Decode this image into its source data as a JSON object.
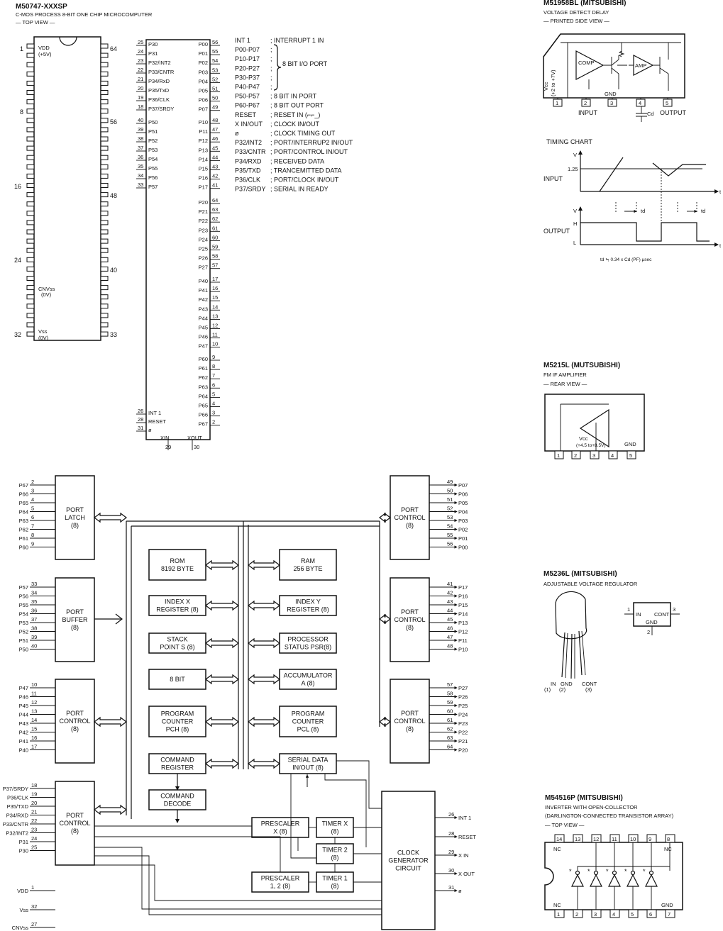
{
  "mcu": {
    "title": "M50747-XXXSP",
    "subtitle": "C-MOS PROCESS 8-BIT ONE CHIP MICROCOMPUTER",
    "view": "— TOP VIEW —",
    "dip_labels": {
      "p1": "1",
      "p8": "8",
      "p16": "16",
      "p24": "24",
      "p32": "32",
      "p64": "64",
      "p56": "56",
      "p48": "48",
      "p40": "40",
      "p33": "33",
      "vdd": "VDD",
      "vdd_v": "(+5V)",
      "cnvss": "CNVss",
      "cnvss_v": "(0V)",
      "vss": "Vss",
      "vss_v": "(0V)"
    },
    "left_pins": [
      {
        "num": "25",
        "name": "P30"
      },
      {
        "num": "24",
        "name": "P31"
      },
      {
        "num": "23",
        "name": "P32/INT2"
      },
      {
        "num": "22",
        "name": "P33/CNTR"
      },
      {
        "num": "21",
        "name": "P34/RxD"
      },
      {
        "num": "20",
        "name": "P35/TxD"
      },
      {
        "num": "19",
        "name": "P36/CLK"
      },
      {
        "num": "18",
        "name": "P37/SRDY"
      },
      {
        "num": "40",
        "name": "P50"
      },
      {
        "num": "39",
        "name": "P51"
      },
      {
        "num": "38",
        "name": "P52"
      },
      {
        "num": "37",
        "name": "P53"
      },
      {
        "num": "36",
        "name": "P54"
      },
      {
        "num": "35",
        "name": "P55"
      },
      {
        "num": "34",
        "name": "P56"
      },
      {
        "num": "33",
        "name": "P57"
      }
    ],
    "left_bottom_pins": [
      {
        "num": "26",
        "name": "INT 1"
      },
      {
        "num": "28",
        "name": "RESET"
      },
      {
        "num": "31",
        "name": "ø"
      }
    ],
    "right_pins": [
      {
        "num": "56",
        "name": "P00"
      },
      {
        "num": "55",
        "name": "P01"
      },
      {
        "num": "54",
        "name": "P02"
      },
      {
        "num": "53",
        "name": "P03"
      },
      {
        "num": "52",
        "name": "P04"
      },
      {
        "num": "51",
        "name": "P05"
      },
      {
        "num": "50",
        "name": "P06"
      },
      {
        "num": "49",
        "name": "P07"
      },
      {
        "num": "48",
        "name": "P10"
      },
      {
        "num": "47",
        "name": "P11"
      },
      {
        "num": "46",
        "name": "P12"
      },
      {
        "num": "45",
        "name": "P13"
      },
      {
        "num": "44",
        "name": "P14"
      },
      {
        "num": "43",
        "name": "P15"
      },
      {
        "num": "42",
        "name": "P16"
      },
      {
        "num": "41",
        "name": "P17"
      },
      {
        "num": "64",
        "name": "P20"
      },
      {
        "num": "63",
        "name": "P21"
      },
      {
        "num": "62",
        "name": "P22"
      },
      {
        "num": "61",
        "name": "P23"
      },
      {
        "num": "60",
        "name": "P24"
      },
      {
        "num": "59",
        "name": "P25"
      },
      {
        "num": "58",
        "name": "P26"
      },
      {
        "num": "57",
        "name": "P27"
      },
      {
        "num": "17",
        "name": "P40"
      },
      {
        "num": "16",
        "name": "P41"
      },
      {
        "num": "15",
        "name": "P42"
      },
      {
        "num": "14",
        "name": "P43"
      },
      {
        "num": "13",
        "name": "P44"
      },
      {
        "num": "12",
        "name": "P45"
      },
      {
        "num": "11",
        "name": "P46"
      },
      {
        "num": "10",
        "name": "P47"
      },
      {
        "num": "9",
        "name": "P60"
      },
      {
        "num": "8",
        "name": "P61"
      },
      {
        "num": "7",
        "name": "P62"
      },
      {
        "num": "6",
        "name": "P63"
      },
      {
        "num": "5",
        "name": "P64"
      },
      {
        "num": "4",
        "name": "P65"
      },
      {
        "num": "3",
        "name": "P66"
      },
      {
        "num": "2",
        "name": "P67"
      }
    ],
    "bottom_pins": [
      {
        "num": "29",
        "name": "XIN"
      },
      {
        "num": "30",
        "name": "XOUT"
      }
    ],
    "descriptions": [
      {
        "sig": "INT 1",
        "desc": "; INTERRUPT 1 IN"
      },
      {
        "sig": "P00-P07",
        "desc": ";"
      },
      {
        "sig": "P10-P17",
        "desc": ";"
      },
      {
        "sig": "P20-P27",
        "desc": ";"
      },
      {
        "sig": "P30-P37",
        "desc": ";"
      },
      {
        "sig": "P40-P47",
        "desc": ";"
      },
      {
        "sig": "P50-P57",
        "desc": "; 8 BIT IN PORT"
      },
      {
        "sig": "P60-P67",
        "desc": "; 8 BIT OUT PORT"
      },
      {
        "sig": "RESET",
        "desc": "; RESET IN (⌐⌐_)"
      },
      {
        "sig": "X IN/OUT",
        "desc": "; CLOCK IN/OUT"
      },
      {
        "sig": "ø",
        "desc": "; CLOCK TIMING OUT"
      },
      {
        "sig": "P32/INT2",
        "desc": "; PORT/INTERRUP2 IN/OUT"
      },
      {
        "sig": "P33/CNTR",
        "desc": "; PORT/CONTROL IN/OUT"
      },
      {
        "sig": "P34/RXD",
        "desc": "; RECEIVED DATA"
      },
      {
        "sig": "P35/TXD",
        "desc": "; TRANCEMITTED DATA"
      },
      {
        "sig": "P36/CLK",
        "desc": "; PORT/CLOCK IN/OUT"
      },
      {
        "sig": "P37/SRDY",
        "desc": "; SERIAL IN READY"
      }
    ],
    "brace_label": "8 BIT I/O PORT"
  },
  "m51958": {
    "title": "M51958BL (MITSUBISHI)",
    "subtitle": "VOLTAGE DETECT DELAY",
    "view": "— PRINTED SIDE VIEW —",
    "comp": "COMP",
    "amp": "AMP",
    "vcc": "Vcc",
    "vcc_range": "(+2 to +7V)",
    "gnd": "GND",
    "cd": "Cd",
    "input": "INPUT",
    "output": "OUTPUT",
    "pins": [
      "1",
      "2",
      "3",
      "4",
      "5"
    ]
  },
  "timing": {
    "title": "TIMING  CHART",
    "v": "V",
    "t": "t",
    "level": "1.25",
    "input": "INPUT",
    "output": "OUTPUT",
    "h": "H",
    "l": "L",
    "td": "td",
    "formula": "td ≒ 0.34 x Cd (PF) μsec"
  },
  "m5215": {
    "title": "M5215L (MUTSUBISHI)",
    "subtitle": "FM IF AMPLIFIER",
    "view": "— REAR VIEW —",
    "vcc": "Vcc",
    "vcc_range": "(+4.5 to+8.5V)",
    "gnd": "GND",
    "pins": [
      "1",
      "2",
      "3",
      "4",
      "5"
    ]
  },
  "m5236": {
    "title": "M5236L (MITSUBISHI)",
    "subtitle": "ADJUSTABLE VOLTAGE REGULATOR",
    "in": "IN",
    "gnd": "GND",
    "cont": "CONT",
    "in_n": "(1)",
    "gnd_n": "(2)",
    "cont_n": "(3)",
    "n1": "1",
    "n2": "2",
    "n3": "3"
  },
  "m54516": {
    "title": "M54516P (MITSUBISHI)",
    "subtitle": "INVERTER WITH OPEN-COLLECTOR",
    "subtitle2": "(DARLINGTON-CONNECTED TRANSISTOR ARRAY)",
    "view": "— TOP VIEW —",
    "top_pins": [
      "14",
      "13",
      "12",
      "11",
      "10",
      "9",
      "8"
    ],
    "bottom_pins": [
      "1",
      "2",
      "3",
      "4",
      "5",
      "6",
      "7"
    ],
    "nc": "NC",
    "gnd": "GND",
    "star": "*"
  },
  "block": {
    "port_latch": [
      "PORT",
      "LATCH",
      "(8)"
    ],
    "port_buffer": [
      "PORT",
      "BUFFER",
      "(8)"
    ],
    "port_control": [
      "PORT",
      "CONTROL",
      "(8)"
    ],
    "rom": [
      "ROM",
      "8192  BYTE"
    ],
    "ram": [
      "RAM",
      "256  BYTE"
    ],
    "index_x": [
      "INDEX  X",
      "REGISTER (8)"
    ],
    "index_y": [
      "INDEX  Y",
      "REGISTER (8)"
    ],
    "stack": [
      "STACK",
      "POINT S  (8)"
    ],
    "psr": [
      "PROCESSOR",
      "STATUS PSR(8)"
    ],
    "eight_bit": [
      "8 BIT"
    ],
    "acc": [
      "ACCUMULATOR",
      "A (8)"
    ],
    "pch": [
      "PROGRAM",
      "COUNTER",
      "PCH (8)"
    ],
    "pcl": [
      "PROGRAM",
      "COUNTER",
      "PCL  (8)"
    ],
    "cmd_reg": [
      "COMMAND",
      "REGISTER"
    ],
    "cmd_dec": [
      "COMMAND",
      "DECODE"
    ],
    "serial": [
      "SERIAL  DATA",
      "IN/OUT  (8)"
    ],
    "prescaler_x": [
      "PRESCALER",
      "X (8)"
    ],
    "prescaler_12": [
      "PRESCALER",
      "1, 2  (8)"
    ],
    "timer_x": [
      "TIMER X",
      "(8)"
    ],
    "timer_2": [
      "TIMER 2",
      "(8)"
    ],
    "timer_1": [
      "TIMER 1",
      "(8)"
    ],
    "clock": [
      "CLOCK",
      "GENERATOR",
      "CIRCUIT"
    ],
    "latch_pins": [
      {
        "n": "P67",
        "p": "2"
      },
      {
        "n": "P66",
        "p": "3"
      },
      {
        "n": "P65",
        "p": "4"
      },
      {
        "n": "P64",
        "p": "5"
      },
      {
        "n": "P63",
        "p": "6"
      },
      {
        "n": "P62",
        "p": "7"
      },
      {
        "n": "P61",
        "p": "8"
      },
      {
        "n": "P60",
        "p": "9"
      }
    ],
    "buffer_pins": [
      {
        "n": "P57",
        "p": "33"
      },
      {
        "n": "P56",
        "p": "34"
      },
      {
        "n": "P55",
        "p": "35"
      },
      {
        "n": "P54",
        "p": "36"
      },
      {
        "n": "P53",
        "p": "37"
      },
      {
        "n": "P52",
        "p": "38"
      },
      {
        "n": "P51",
        "p": "39"
      },
      {
        "n": "P50",
        "p": "40"
      }
    ],
    "p4_pins": [
      {
        "n": "P47",
        "p": "10"
      },
      {
        "n": "P46",
        "p": "11"
      },
      {
        "n": "P45",
        "p": "12"
      },
      {
        "n": "P44",
        "p": "13"
      },
      {
        "n": "P43",
        "p": "14"
      },
      {
        "n": "P42",
        "p": "15"
      },
      {
        "n": "P41",
        "p": "16"
      },
      {
        "n": "P40",
        "p": "17"
      }
    ],
    "p3_pins": [
      {
        "n": "P37/SRDY",
        "p": "18"
      },
      {
        "n": "P36/CLK",
        "p": "19"
      },
      {
        "n": "P35/TXD",
        "p": "20"
      },
      {
        "n": "P34/RXD",
        "p": "21"
      },
      {
        "n": "P33/CNTR",
        "p": "22"
      },
      {
        "n": "P32/INT2",
        "p": "23"
      },
      {
        "n": "P31",
        "p": "24"
      },
      {
        "n": "P30",
        "p": "25"
      }
    ],
    "p0_pins": [
      {
        "n": "P07",
        "p": "49"
      },
      {
        "n": "P06",
        "p": "50"
      },
      {
        "n": "P05",
        "p": "51"
      },
      {
        "n": "P04",
        "p": "52"
      },
      {
        "n": "P03",
        "p": "53"
      },
      {
        "n": "P02",
        "p": "54"
      },
      {
        "n": "P01",
        "p": "55"
      },
      {
        "n": "P00",
        "p": "56"
      }
    ],
    "p1_pins": [
      {
        "n": "P17",
        "p": "41"
      },
      {
        "n": "P16",
        "p": "42"
      },
      {
        "n": "P15",
        "p": "43"
      },
      {
        "n": "P14",
        "p": "44"
      },
      {
        "n": "P13",
        "p": "45"
      },
      {
        "n": "P12",
        "p": "46"
      },
      {
        "n": "P11",
        "p": "47"
      },
      {
        "n": "P10",
        "p": "48"
      }
    ],
    "p2_pins": [
      {
        "n": "P27",
        "p": "57"
      },
      {
        "n": "P26",
        "p": "58"
      },
      {
        "n": "P25",
        "p": "59"
      },
      {
        "n": "P24",
        "p": "60"
      },
      {
        "n": "P23",
        "p": "61"
      },
      {
        "n": "P22",
        "p": "62"
      },
      {
        "n": "P21",
        "p": "63"
      },
      {
        "n": "P20",
        "p": "64"
      }
    ],
    "clk_pins": [
      {
        "n": "INT 1",
        "p": "26"
      },
      {
        "n": "RESET",
        "p": "28"
      },
      {
        "n": "X IN",
        "p": "29"
      },
      {
        "n": "X OUT",
        "p": "30"
      },
      {
        "n": "ø",
        "p": "31"
      }
    ],
    "power_pins": [
      {
        "n": "VDD",
        "p": "1"
      },
      {
        "n": "Vss",
        "p": "32"
      },
      {
        "n": "CNVss",
        "p": "27"
      }
    ]
  }
}
